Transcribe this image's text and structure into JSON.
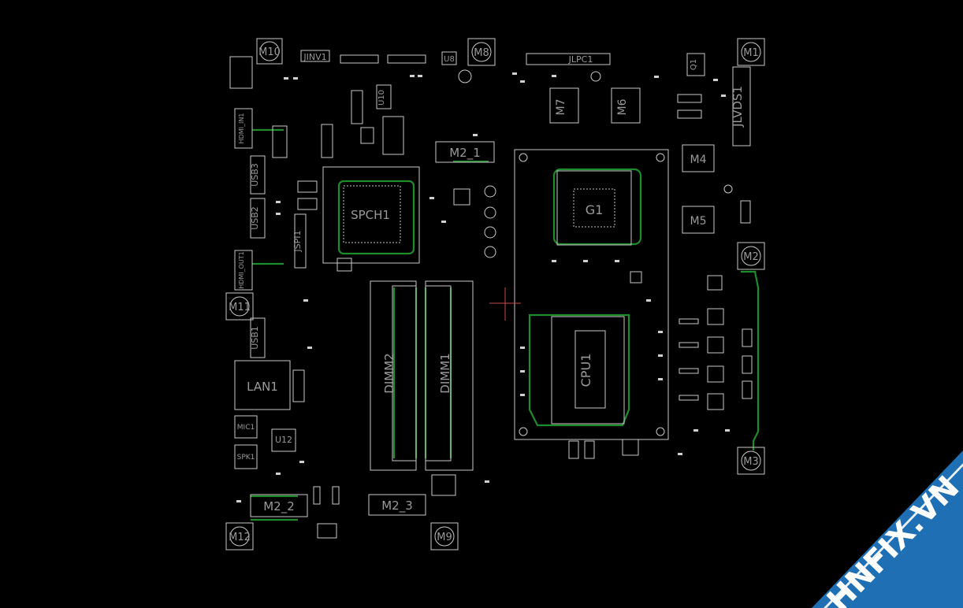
{
  "board": {
    "colors": {
      "background": "#000000",
      "silkscreen": "#c8c8c8",
      "trace": "#1e8c2a",
      "label": "#9a9a9a"
    },
    "components": {
      "JINV1": "JINV1",
      "U8": "U8",
      "M8": "M8",
      "M10": "M10",
      "U10": "U10",
      "JLPC1": "JLPC1",
      "Q1": "Q1",
      "M1_top": "M1",
      "M7": "M7",
      "M6": "M6",
      "JLVDS1": "JLVDS1",
      "HDMI_IN1": "HDMI_IN1",
      "M2_1": "M2_1",
      "M4": "M4",
      "USB3": "USB3",
      "USB2": "USB2",
      "PCH": "SPCH1",
      "G1": "G1",
      "M5": "M5",
      "JSPI1": "JSPI1",
      "M2_right": "M2",
      "HDMI_OUT1": "HDMI_OUT1",
      "M11": "M11",
      "USB1": "USB1",
      "DIMM2": "DIMM2",
      "DIMM1": "DIMM1",
      "CPU1": "CPU1",
      "LAN1": "LAN1",
      "MIC1": "MIC1",
      "U12": "U12",
      "SPK1": "SPK1",
      "M3": "M3",
      "M2_2": "M2_2",
      "M2_3": "M2_3",
      "M12": "M12",
      "M9": "M9"
    }
  },
  "watermark": {
    "text": "HNFIX.VN",
    "band_color": "#1f6fb5",
    "accent_color": "#e0222a"
  }
}
